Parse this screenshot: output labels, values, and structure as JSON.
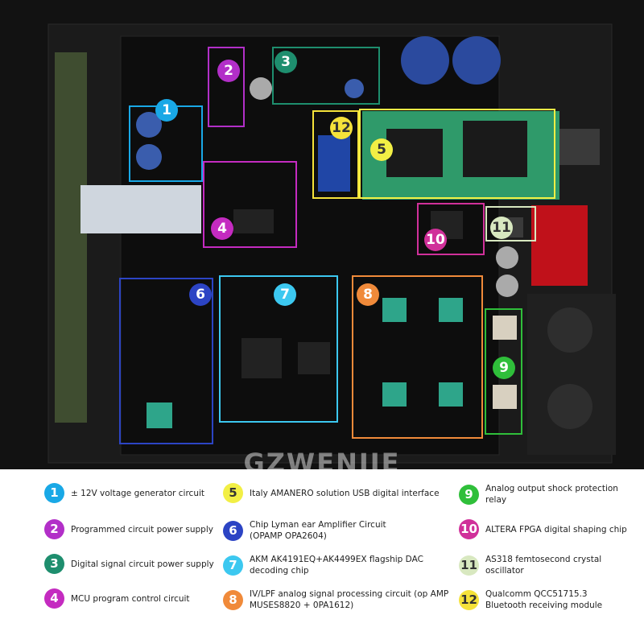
{
  "watermark": "GZWENJIE",
  "boxes": [
    {
      "n": "1",
      "color": "#19a8e6"
    },
    {
      "n": "2",
      "color": "#b22fc8"
    },
    {
      "n": "3",
      "color": "#1e8e6e"
    },
    {
      "n": "4",
      "color": "#c42bc0"
    },
    {
      "n": "5",
      "color": "#f2ef45"
    },
    {
      "n": "6",
      "color": "#2c44c4"
    },
    {
      "n": "7",
      "color": "#3cc8f0"
    },
    {
      "n": "8",
      "color": "#f08a3a"
    },
    {
      "n": "9",
      "color": "#2fbf3a"
    },
    {
      "n": "10",
      "color": "#d0309a"
    },
    {
      "n": "11",
      "color": "#d8e8c0"
    },
    {
      "n": "12",
      "color": "#f5e23a"
    }
  ],
  "legend": [
    {
      "n": "1",
      "color": "#19a8e6",
      "text": "± 12V voltage generator circuit"
    },
    {
      "n": "2",
      "color": "#b22fc8",
      "text": "Programmed circuit power supply"
    },
    {
      "n": "3",
      "color": "#1e8e6e",
      "text": "Digital signal circuit power supply"
    },
    {
      "n": "4",
      "color": "#c42bc0",
      "text": "MCU program control circuit"
    },
    {
      "n": "5",
      "color": "#f2ef45",
      "text": "Italy AMANERO solution USB digital interface"
    },
    {
      "n": "6",
      "color": "#2c44c4",
      "text": "Chip Lyman ear Amplifier Circuit\n(OPAMP OPA2604)"
    },
    {
      "n": "7",
      "color": "#3cc8f0",
      "text": "AKM AK4191EQ+AK4499EX flagship DAC\ndecoding chip"
    },
    {
      "n": "8",
      "color": "#f08a3a",
      "text": "IV/LPF analog signal processing circuit (op AMP\nMUSES8820 + 0PA1612)"
    },
    {
      "n": "9",
      "color": "#2fbf3a",
      "text": "Analog output shock protection\nrelay"
    },
    {
      "n": "10",
      "color": "#d0309a",
      "text": "ALTERA FPGA digital shaping chip"
    },
    {
      "n": "11",
      "color": "#d8e8c0",
      "text": "AS318 femtosecond crystal\noscillator"
    },
    {
      "n": "12",
      "color": "#f5e23a",
      "text": "Qualcomm QCC51715.3\nBluetooth receiving module"
    }
  ]
}
